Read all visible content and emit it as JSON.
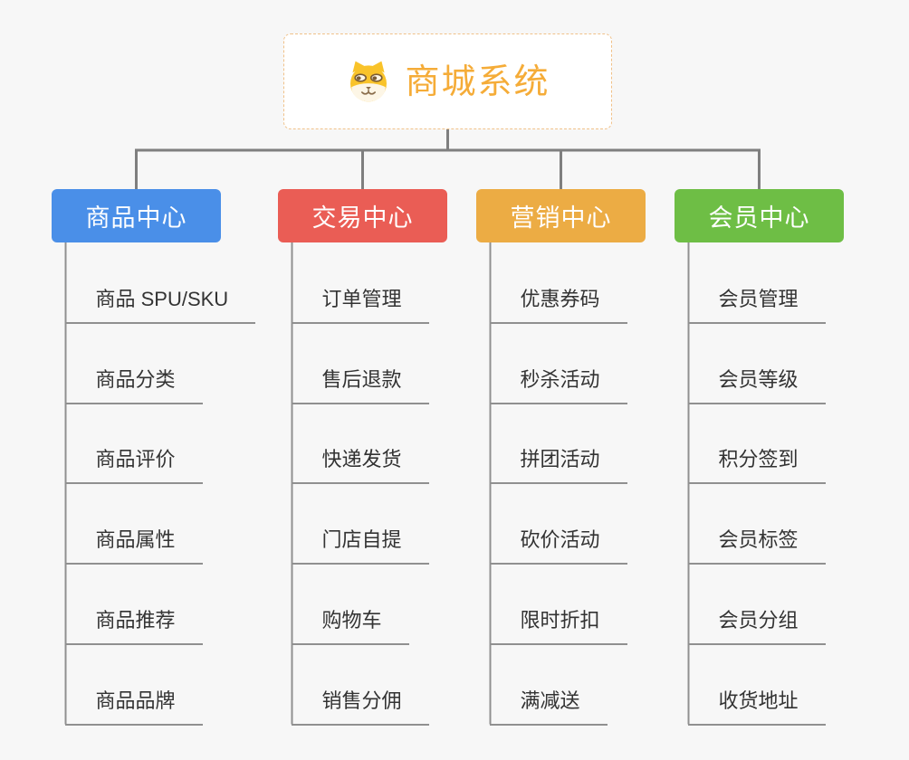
{
  "root": {
    "title": "商城系统",
    "icon": "shiba-dog-icon"
  },
  "branches": [
    {
      "label": "商品中心",
      "color": "#4a8fe8",
      "children": [
        "商品 SPU/SKU",
        "商品分类",
        "商品评价",
        "商品属性",
        "商品推荐",
        "商品品牌"
      ]
    },
    {
      "label": "交易中心",
      "color": "#ea5d55",
      "children": [
        "订单管理",
        "售后退款",
        "快递发货",
        "门店自提",
        "购物车",
        "销售分佣"
      ]
    },
    {
      "label": "营销中心",
      "color": "#ecac44",
      "children": [
        "优惠券码",
        "秒杀活动",
        "拼团活动",
        "砍价活动",
        "限时折扣",
        "满减送"
      ]
    },
    {
      "label": "会员中心",
      "color": "#6ebe45",
      "children": [
        "会员管理",
        "会员等级",
        "积分签到",
        "会员标签",
        "会员分组",
        "收货地址"
      ]
    }
  ],
  "colors": {
    "background": "#f7f7f7",
    "root_border": "#f0c189",
    "root_text": "#f5ac38",
    "connector": "#7f7f7f",
    "leaf_underline": "#909090",
    "leaf_text": "#333333"
  }
}
